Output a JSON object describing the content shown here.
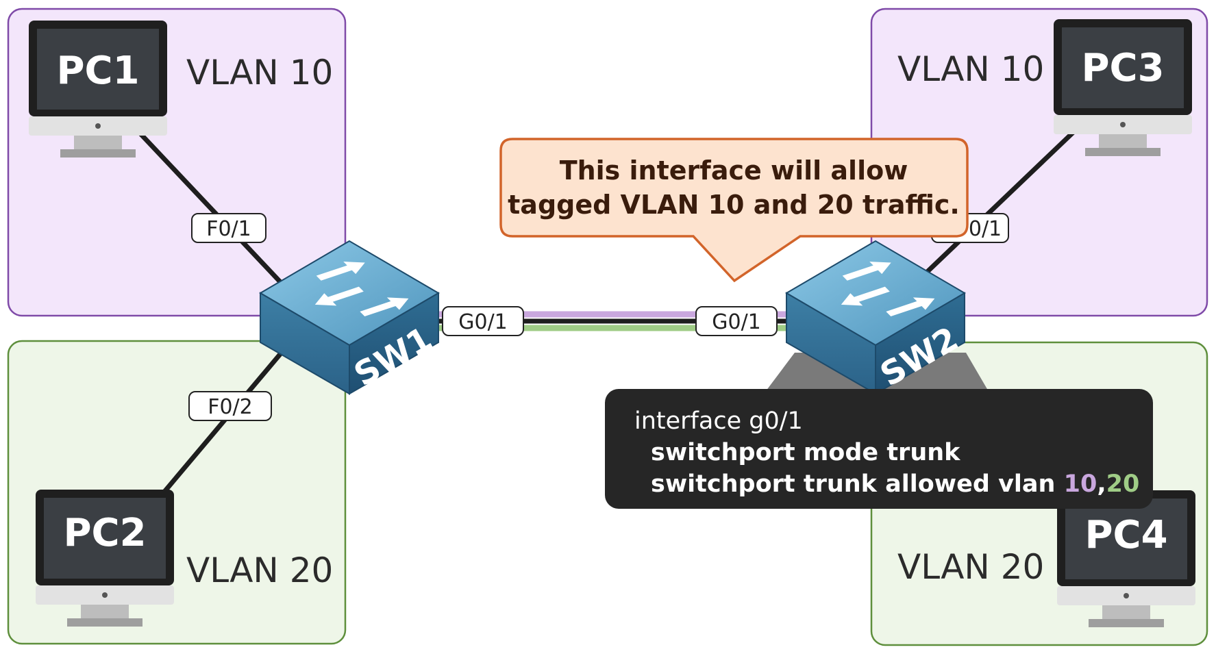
{
  "zones": {
    "pc1_vlan": "VLAN 10",
    "pc2_vlan": "VLAN 20",
    "pc3_vlan": "VLAN 10",
    "pc4_vlan": "VLAN 20"
  },
  "pcs": {
    "pc1": "PC1",
    "pc2": "PC2",
    "pc3": "PC3",
    "pc4": "PC4"
  },
  "switches": {
    "sw1": "SW1",
    "sw2": "SW2"
  },
  "ports": {
    "sw1_f01": "F0/1",
    "sw1_f02": "F0/2",
    "sw1_g01": "G0/1",
    "sw2_g01": "G0/1",
    "sw2_f01_partial": "0/1"
  },
  "callout": {
    "line1": "This interface will allow",
    "line2": "tagged VLAN 10 and 20 traffic."
  },
  "config": {
    "line1": "interface g0/1",
    "line2": "switchport mode trunk",
    "line3_prefix": "switchport trunk allowed vlan ",
    "vlan_a": "10",
    "separator": ",",
    "vlan_b": "20"
  },
  "colors": {
    "vlan10": "#c9a7de",
    "vlan10_zone_fill": "#f3e6fb",
    "vlan10_zone_border": "#7f4aa8",
    "vlan20": "#9fcc86",
    "vlan20_zone_fill": "#eef6e8",
    "vlan20_zone_border": "#5e8f3c",
    "callout_fill": "#fde3cf",
    "callout_border": "#d2642a",
    "config_bg": "#262626"
  }
}
